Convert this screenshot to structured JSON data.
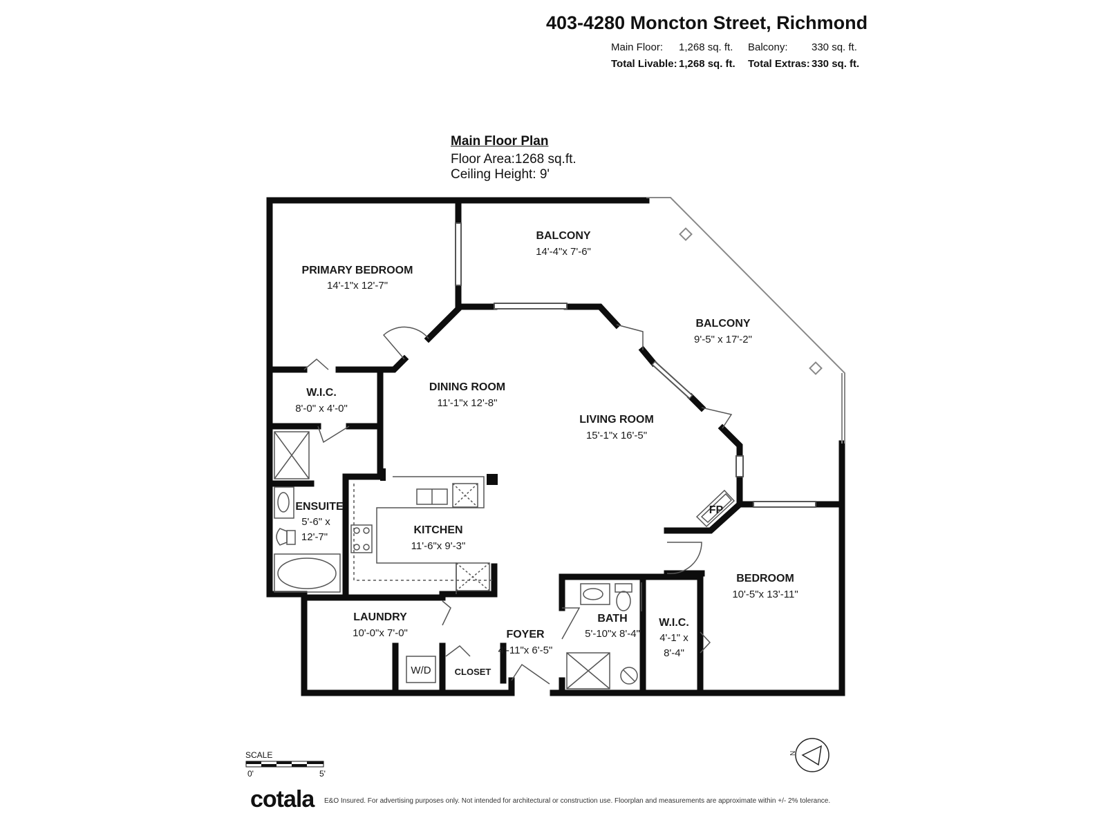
{
  "header": {
    "address": "403-4280 Moncton Street, Richmond",
    "main_floor_label": "Main Floor:",
    "main_floor_value": "1,268 sq. ft.",
    "balcony_label": "Balcony:",
    "balcony_value": "330 sq. ft.",
    "total_livable_label": "Total Livable:",
    "total_livable_value": "1,268 sq. ft.",
    "total_extras_label": "Total Extras:",
    "total_extras_value": "330 sq. ft."
  },
  "plan": {
    "title": "Main Floor Plan",
    "floor_area": "Floor Area:1268 sq.ft.",
    "ceiling_height": "Ceiling Height: 9'"
  },
  "rooms": {
    "primary_bedroom": {
      "name": "PRIMARY BEDROOM",
      "dims": "14'-1\"x 12'-7\""
    },
    "balcony_top": {
      "name": "BALCONY",
      "dims": "14'-4\"x  7'-6\""
    },
    "balcony_right": {
      "name": "BALCONY",
      "dims": "9'-5\" x 17'-2\""
    },
    "wic_primary": {
      "name": "W.I.C.",
      "dims": "8'-0\"  x  4'-0\""
    },
    "dining_room": {
      "name": "DINING ROOM",
      "dims": "11'-1\"x 12'-8\""
    },
    "living_room": {
      "name": "LIVING ROOM",
      "dims": "15'-1\"x 16'-5\""
    },
    "ensuite": {
      "name": "ENSUITE",
      "dims_line1": "5'-6\" x",
      "dims_line2": "12'-7\""
    },
    "kitchen": {
      "name": "KITCHEN",
      "dims": "11'-6\"x  9'-3\""
    },
    "fireplace": {
      "name": "FP"
    },
    "bedroom": {
      "name": "BEDROOM",
      "dims": "10'-5\"x 13'-11\""
    },
    "laundry": {
      "name": "LAUNDRY",
      "dims": "10'-0\"x  7'-0\""
    },
    "washer_dryer": {
      "name": "W/D"
    },
    "foyer": {
      "name": "FOYER",
      "dims": "4'-11\"x  6'-5\""
    },
    "closet": {
      "name": "CLOSET"
    },
    "bath": {
      "name": "BATH",
      "dims": "5'-10\"x  8'-4\""
    },
    "wic_second": {
      "name": "W.I.C.",
      "dims_line1": "4'-1\" x",
      "dims_line2": "8'-4\""
    }
  },
  "footer": {
    "scale_label": "SCALE",
    "scale_start": "0'",
    "scale_end": "5'",
    "brand": "cotala",
    "disclaimer": "E&O Insured. For advertising purposes only. Not intended for architectural or construction use. Floorplan and measurements are approximate within +/- 2% tolerance.",
    "compass_letter": "N"
  },
  "icons": [
    "compass-icon",
    "scale-bar",
    "sink-icon",
    "toilet-icon",
    "bathtub-icon",
    "shower-icon",
    "stove-icon",
    "door-swing-icon"
  ],
  "colors": {
    "wall": "#0d0d0d",
    "fixture": "#555555"
  }
}
